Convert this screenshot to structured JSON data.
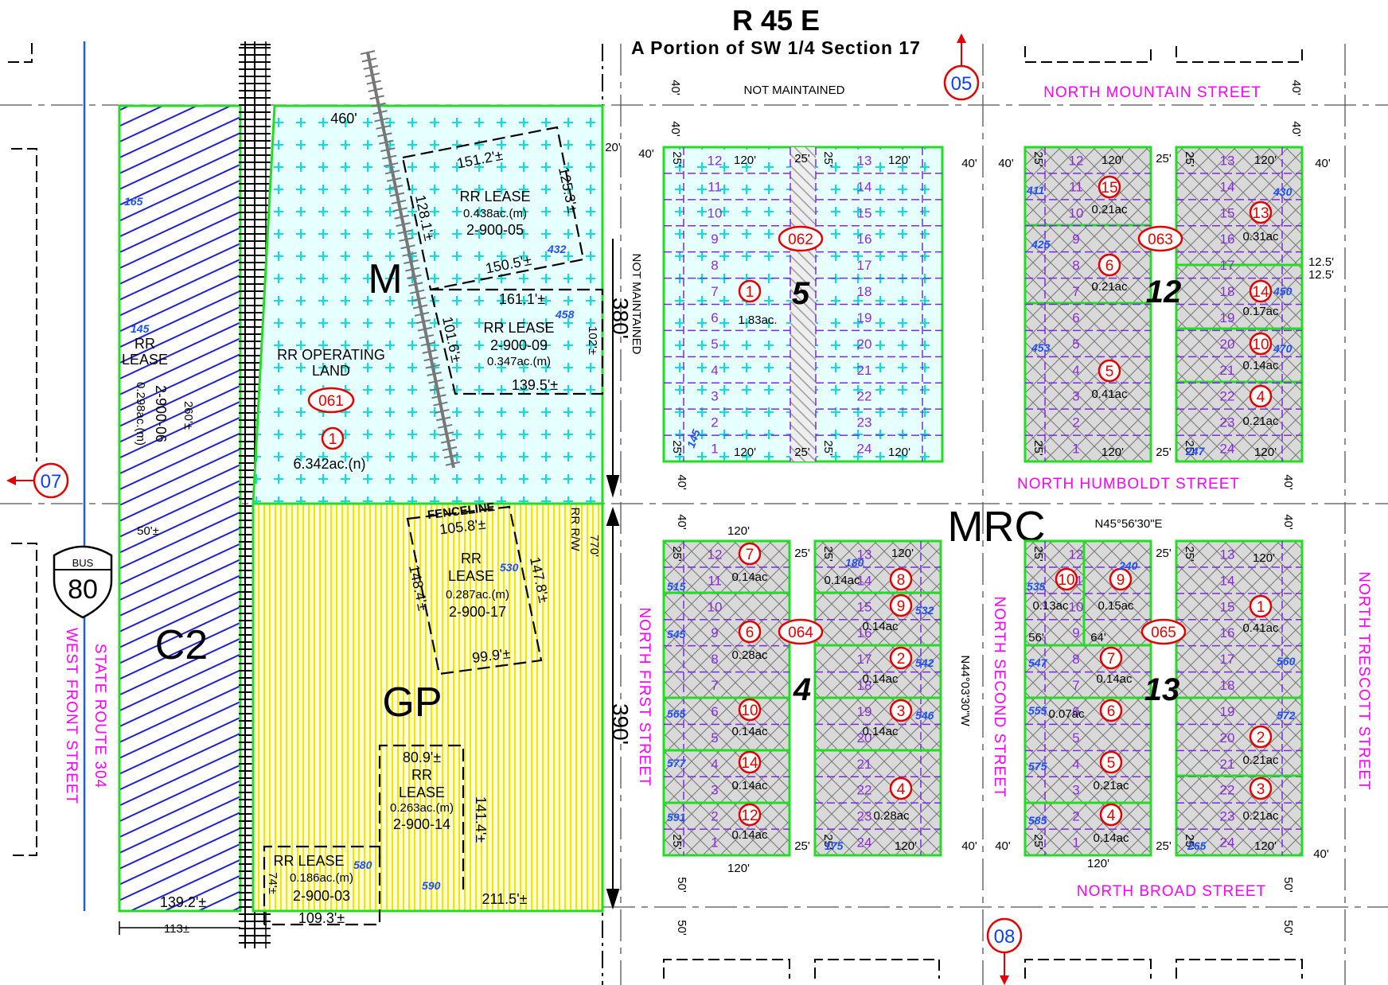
{
  "header": {
    "range": "R 45 E",
    "subtitle": "A Portion of SW 1/4 Section 17"
  },
  "page_refs": {
    "north": "05",
    "west": "07",
    "south": "08"
  },
  "zones": {
    "c2": "C2",
    "m": "M",
    "gp": "GP",
    "mrc": "MRC"
  },
  "blocks": {
    "b5": "5",
    "b12": "12",
    "b4": "4",
    "b13": "13"
  },
  "streets": {
    "not_maintained_top": "NOT MAINTAINED",
    "not_maintained_side": "NOT MAINTAINED",
    "north_mountain": "NORTH MOUNTAIN STREET",
    "north_humboldt": "NORTH HUMBOLDT STREET",
    "north_broad": "NORTH BROAD STREET",
    "north_first": "NORTH FIRST STREET",
    "north_second": "NORTH SECOND STREET",
    "north_trescott": "NORTH TRESCOTT STREET",
    "state_route": "STATE ROUTE 304",
    "west_front": "WEST FRONT STREET"
  },
  "highway_shield": {
    "top": "BUS",
    "number": "80"
  },
  "bearings": {
    "b1": "N45°56'30\"E",
    "b2": "N44°03'30\"W"
  },
  "map_numbers": {
    "m061": "061",
    "m062": "062",
    "m063": "063",
    "m064": "064",
    "m065": "065"
  },
  "rr": {
    "operating_land": "RR  OPERATING",
    "operating_land2": "LAND",
    "operating_acres": "6.342ac.(n)",
    "lease1_title": "RR  LEASE",
    "lease1_acres": "0.438ac.(m)",
    "lease1_id": "2-900-05",
    "lease2_title": "RR  LEASE",
    "lease2_id": "2-900-09",
    "lease2_acres": "0.347ac.(m)",
    "lease3_t1": "RR",
    "lease3_t2": "LEASE",
    "lease3_acres": "0.287ac.(m)",
    "lease3_id": "2-900-17",
    "lease4_t1": "RR",
    "lease4_t2": "LEASE",
    "lease4_acres": "0.263ac.(m)",
    "lease4_id": "2-900-14",
    "lease5_title": "RR  LEASE",
    "lease5_acres": "0.186ac.(m)",
    "lease5_id": "2-900-03",
    "lease6_t1": "RR",
    "lease6_t2": "LEASE",
    "lease6_id": "2-900-06",
    "lease6_acres": "0.298ac.(m)",
    "fenceline": "FENCELINE",
    "rrw": "RR R/W"
  },
  "dims": {
    "d460": "460'",
    "d151": "151.2'±",
    "d125": "125.3'±",
    "d128": "128.1'±",
    "d150": "150.5'±",
    "d161": "161.1'±",
    "d101": "101.6'±",
    "d102": "102'±",
    "d139": "139.5'±",
    "d380": "380'",
    "d390": "390'",
    "d770": "770'",
    "d20": "20'",
    "d105": "105.8'±",
    "d148": "148.4'±",
    "d147": "147.8'±",
    "d99": "99.9'±",
    "d80": "80.9'±",
    "d141": "141.4'±",
    "d74": "74'±",
    "d109": "109.3'±",
    "d211": "211.5'±",
    "d139b": "139.2'±",
    "d113": "113±",
    "d260": "260'±",
    "d50": "50'±",
    "d40": "40'",
    "d25": "25'",
    "d120": "120'",
    "d50b": "50'",
    "d125b": "12.5'",
    "d56": "56'",
    "d64": "64'"
  },
  "parcels": [
    "165",
    "145",
    "432",
    "458",
    "530",
    "580",
    "590",
    "411",
    "425",
    "453",
    "430",
    "450",
    "470",
    "247",
    "515",
    "545",
    "565",
    "577",
    "591",
    "180",
    "532",
    "542",
    "546",
    "175",
    "535",
    "240",
    "547",
    "555",
    "575",
    "585",
    "560",
    "572",
    "265"
  ],
  "acreage": {
    "a183": "1.83ac.",
    "a021": "0.21ac",
    "a031": "0.31ac",
    "a017": "0.17ac",
    "a014": "0.14ac",
    "a041": "0.41ac",
    "a028": "0.28ac",
    "a013": "0.13ac",
    "a015": "0.15ac",
    "a007": "0.07ac"
  }
}
